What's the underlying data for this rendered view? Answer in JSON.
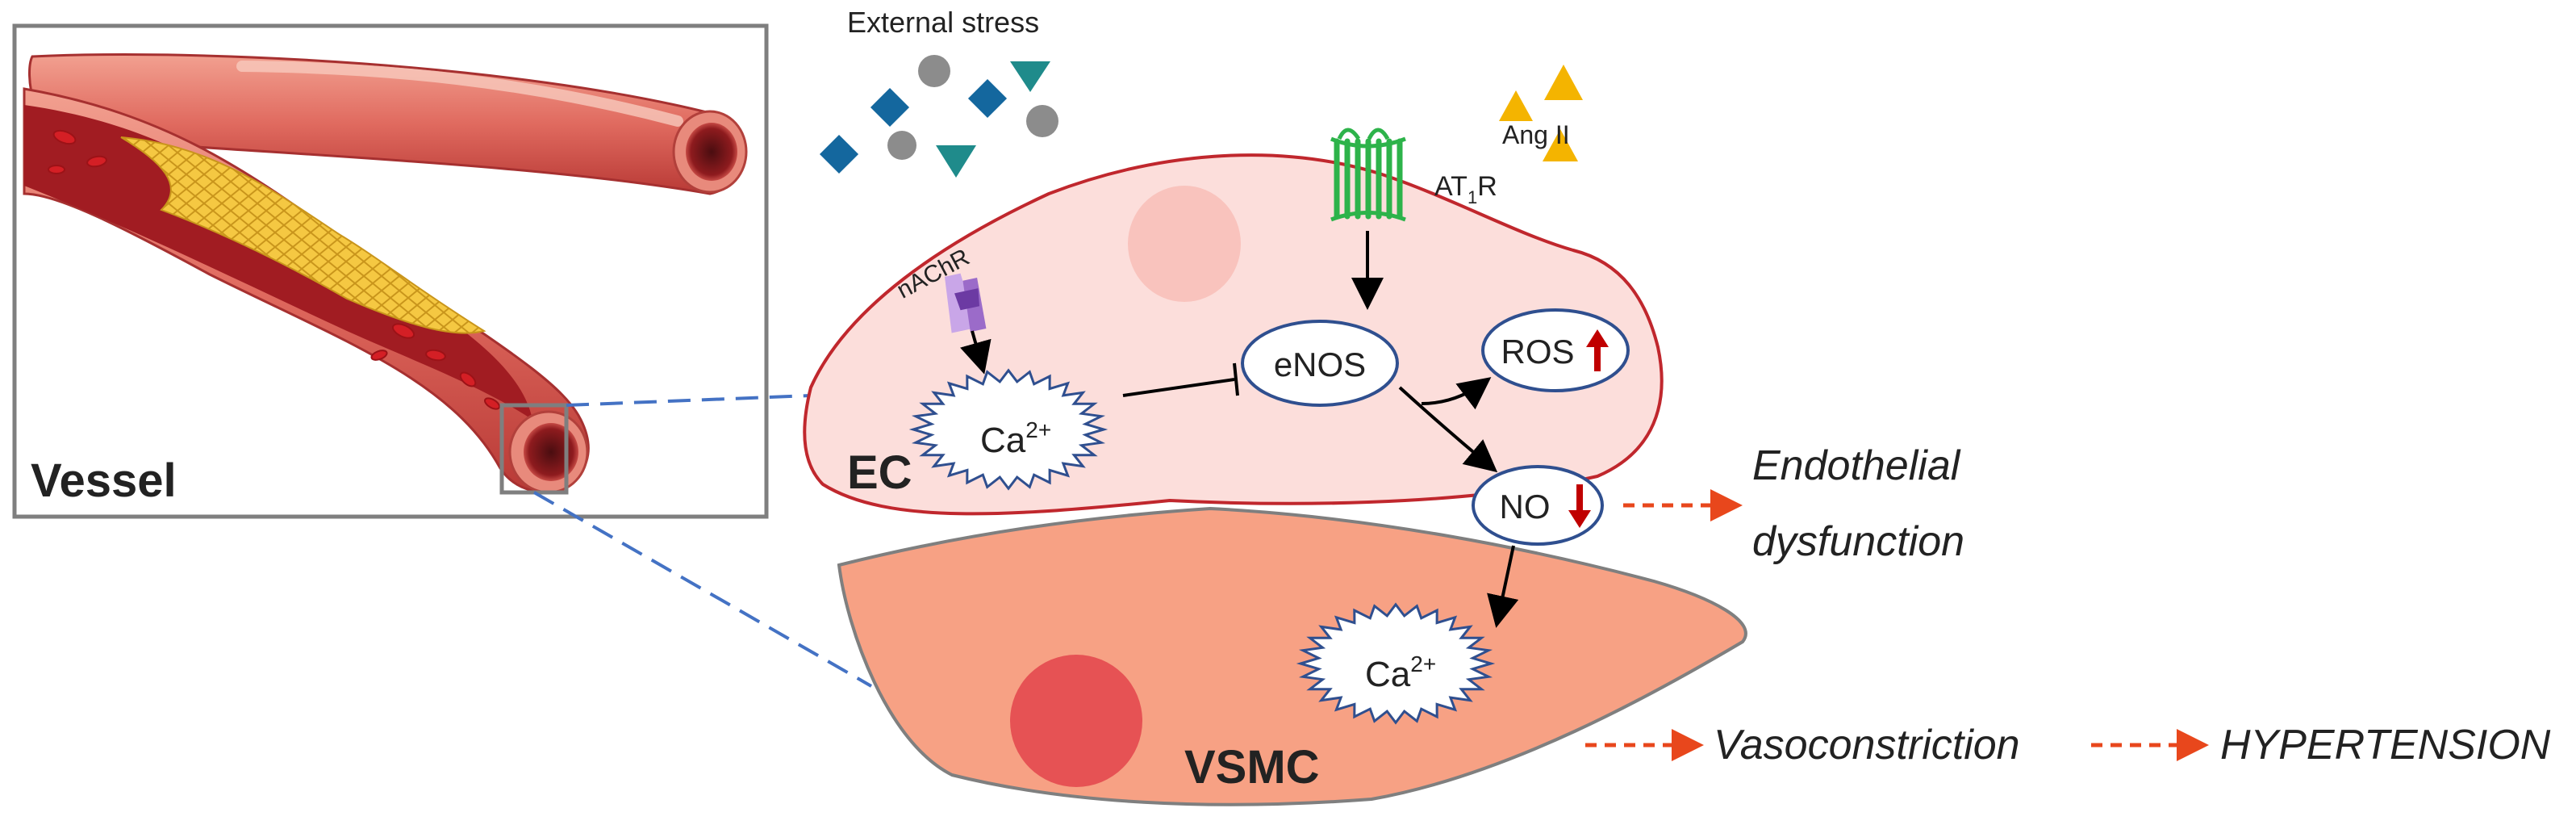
{
  "labels": {
    "external_stress": "External stress",
    "ang_ii": "Ang II",
    "at1r_main": "AT",
    "at1r_sub": "1",
    "at1r_end": "R",
    "nachr": "nAChR",
    "enos": "eNOS",
    "ros": "ROS",
    "no": "NO",
    "ca_main": "Ca",
    "ca_sup": "2+",
    "ec": "EC",
    "vsmc": "VSMC",
    "vessel": "Vessel",
    "endothelial_line1": "Endothelial",
    "endothelial_line2": "dysfunction",
    "vasoconstriction": "Vasoconstriction",
    "hypertension": "HYPERTENSION"
  },
  "colors": {
    "ec_fill": "#fcdedb",
    "ec_stroke": "#c0272d",
    "ec_nucleus": "#f9c3bd",
    "vsmc_fill": "#f7a184",
    "vsmc_stroke": "#7f7f7f",
    "vsmc_nucleus": "#e65254",
    "oval_stroke": "#2f4f8f",
    "up_arrow": "#c00000",
    "dashed_orange": "#e8471c",
    "dashed_blue": "#4472c4",
    "teal": "#1f8b8b",
    "blue_diamond": "#14679e",
    "gray_circle": "#8c8c8c",
    "ang_triangle": "#f4b400",
    "receptor_green": "#2db34a",
    "receptor_purple": "#9b6bc9"
  },
  "icons": {
    "external_stress_shapes": [
      "circle",
      "diamond",
      "triangle"
    ],
    "ang_ii": "triangle",
    "at1r": "seven-helix-receptor",
    "nachr": "ion-channel-receptor",
    "vessel": "blood-vessel-with-plaque"
  }
}
